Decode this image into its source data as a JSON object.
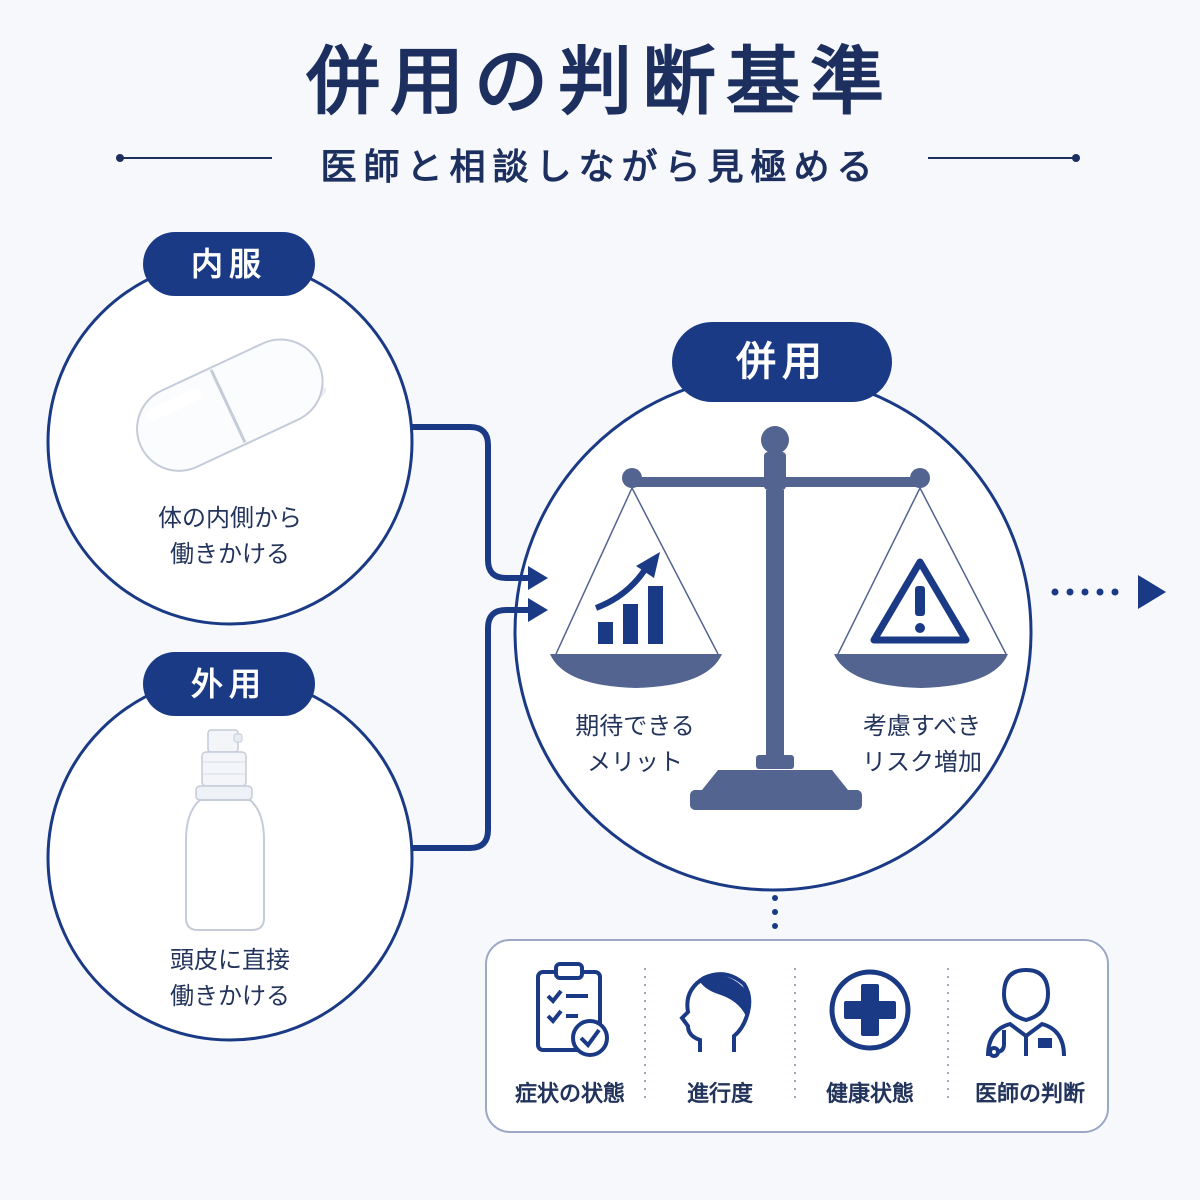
{
  "title": "併用の判断基準",
  "subtitle": "医師と相談しながら見極める",
  "oral": {
    "label": "内服",
    "line1": "体の内側から",
    "line2": "働きかける",
    "icon": "capsule-icon"
  },
  "topical": {
    "label": "外用",
    "line1": "頭皮に直接",
    "line2": "働きかける",
    "icon": "spray-bottle-icon"
  },
  "combination": {
    "label": "併用",
    "icon": "balance-scale-icon",
    "merit": {
      "line1": "期待できる",
      "line2": "メリット",
      "icon": "growth-chart-icon"
    },
    "risk": {
      "line1": "考慮すべき",
      "line2": "リスク増加",
      "icon": "warning-icon"
    }
  },
  "factors": [
    {
      "label": "症状の状態",
      "icon": "clipboard-check-icon"
    },
    {
      "label": "進行度",
      "icon": "head-profile-icon"
    },
    {
      "label": "健康状態",
      "icon": "medical-cross-icon"
    },
    {
      "label": "医師の判断",
      "icon": "doctor-icon"
    }
  ],
  "colors": {
    "navy": "#1b3a85",
    "text": "#1c2f5e",
    "background": "#f6f8fc",
    "scale": "#52648f"
  }
}
